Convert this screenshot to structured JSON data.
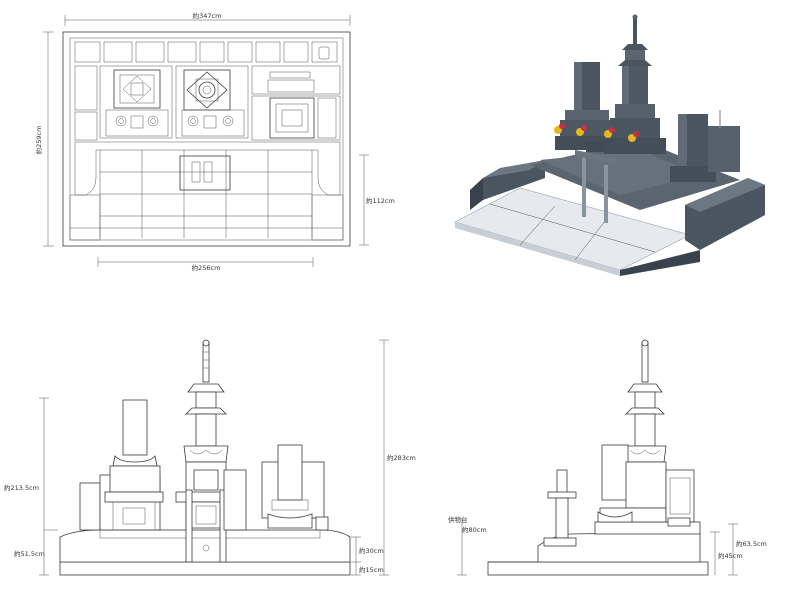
{
  "plan": {
    "width_label": "約347cm",
    "depth_label": "約259cm",
    "front_label": "約256cm",
    "side_label": "約112cm"
  },
  "front_elevation": {
    "total_height_label": "約283cm",
    "tower_height_label": "約213.5cm",
    "base_height_label": "約51.5cm",
    "step_label": "約30cm",
    "foundation_label": "約15cm"
  },
  "side_elevation": {
    "offering_label": "供物台",
    "offering_height_label": "約80cm",
    "upper_label": "約63.5cm",
    "lower_label": "約45cm"
  },
  "colors": {
    "line": "#3a3a3a",
    "granite_dark": "#4a5560",
    "granite_light": "#7a8590",
    "paving": "#e6e9ee",
    "flower_yellow": "#e6b820",
    "flower_red": "#c83040"
  }
}
